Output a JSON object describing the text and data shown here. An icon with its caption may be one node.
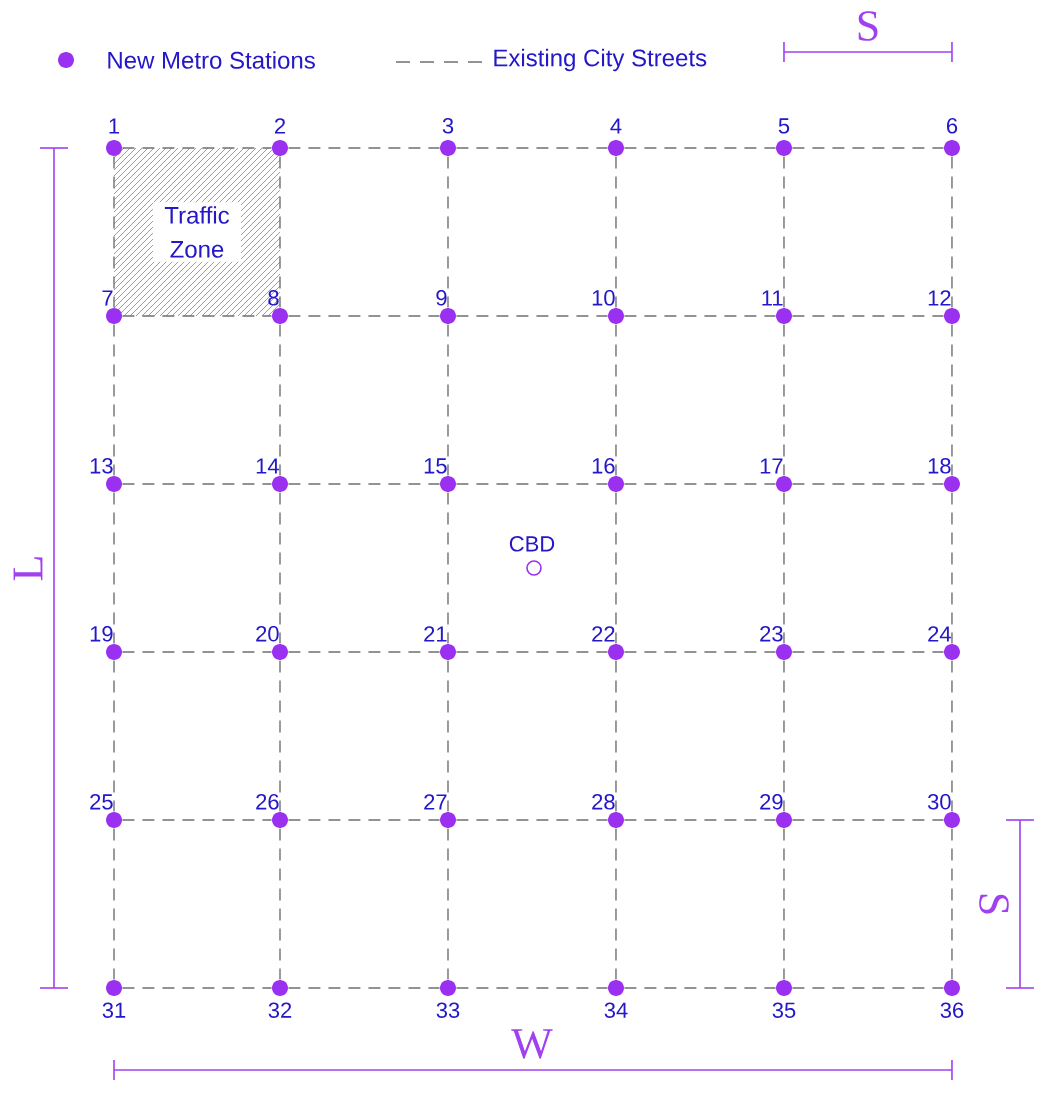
{
  "diagram": {
    "nodes": [
      {
        "text": [],
        "shape": "circle",
        "beside": [
          "1"
        ]
      },
      {
        "text": [],
        "shape": "circle",
        "beside": [
          "2"
        ]
      },
      {
        "text": [],
        "shape": "circle",
        "beside": [
          "3"
        ]
      },
      {
        "text": [],
        "shape": "circle",
        "beside": [
          "4"
        ]
      },
      {
        "text": [],
        "shape": "circle",
        "beside": [
          "5"
        ]
      },
      {
        "text": [],
        "shape": "circle",
        "beside": [
          "6"
        ]
      },
      {
        "text": [],
        "shape": "circle",
        "beside": [
          "7"
        ]
      },
      {
        "text": [],
        "shape": "circle",
        "beside": [
          "8"
        ]
      },
      {
        "text": [],
        "shape": "circle",
        "beside": [
          "9"
        ]
      },
      {
        "text": [],
        "shape": "circle",
        "beside": [
          "10"
        ]
      },
      {
        "text": [],
        "shape": "circle",
        "beside": [
          "11"
        ]
      },
      {
        "text": [],
        "shape": "circle",
        "beside": [
          "12"
        ]
      },
      {
        "text": [],
        "shape": "circle",
        "beside": [
          "13"
        ]
      },
      {
        "text": [],
        "shape": "circle",
        "beside": [
          "14"
        ]
      },
      {
        "text": [],
        "shape": "circle",
        "beside": [
          "15"
        ]
      },
      {
        "text": [],
        "shape": "circle",
        "beside": [
          "16"
        ]
      },
      {
        "text": [],
        "shape": "circle",
        "beside": [
          "17"
        ]
      },
      {
        "text": [],
        "shape": "circle",
        "beside": [
          "18"
        ]
      },
      {
        "text": [],
        "shape": "circle",
        "beside": [
          "19"
        ]
      },
      {
        "text": [],
        "shape": "circle",
        "beside": [
          "20"
        ]
      },
      {
        "text": [],
        "shape": "circle",
        "beside": [
          "21"
        ]
      },
      {
        "text": [],
        "shape": "circle",
        "beside": [
          "22"
        ]
      },
      {
        "text": [],
        "shape": "circle",
        "beside": [
          "23"
        ]
      },
      {
        "text": [],
        "shape": "circle",
        "beside": [
          "24"
        ]
      },
      {
        "text": [],
        "shape": "circle",
        "beside": [
          "25"
        ]
      },
      {
        "text": [],
        "shape": "circle",
        "beside": [
          "26"
        ]
      },
      {
        "text": [],
        "shape": "circle",
        "beside": [
          "27"
        ]
      },
      {
        "text": [],
        "shape": "circle",
        "beside": [
          "28"
        ]
      },
      {
        "text": [],
        "shape": "circle",
        "beside": [
          "29"
        ]
      },
      {
        "text": [],
        "shape": "circle",
        "beside": [
          "30"
        ]
      },
      {
        "text": [],
        "shape": "circle",
        "beside": [
          "31"
        ]
      },
      {
        "text": [],
        "shape": "circle",
        "beside": [
          "32"
        ]
      },
      {
        "text": [],
        "shape": "circle",
        "beside": [
          "33"
        ]
      },
      {
        "text": [],
        "shape": "circle",
        "beside": [
          "34"
        ]
      },
      {
        "text": [],
        "shape": "circle",
        "beside": [
          "35"
        ]
      },
      {
        "text": [],
        "shape": "circle",
        "beside": [
          "36"
        ]
      },
      {
        "text": [
          "Traffic Zone"
        ]
      },
      {
        "text": [],
        "shape": "circle",
        "beside": [
          "CBD"
        ]
      }
    ],
    "edges": [
      {
        "from": 0,
        "to": 1,
        "arrow": "none",
        "style": "dashed"
      },
      {
        "from": 1,
        "to": 2,
        "arrow": "none",
        "style": "dashed"
      },
      {
        "from": 2,
        "to": 3,
        "arrow": "none",
        "style": "dashed"
      },
      {
        "from": 3,
        "to": 4,
        "arrow": "none",
        "style": "dashed"
      },
      {
        "from": 4,
        "to": 5,
        "arrow": "none",
        "style": "dashed"
      },
      {
        "from": 6,
        "to": 7,
        "arrow": "none",
        "style": "dashed"
      },
      {
        "from": 7,
        "to": 8,
        "arrow": "none",
        "style": "dashed"
      },
      {
        "from": 8,
        "to": 9,
        "arrow": "none",
        "style": "dashed"
      },
      {
        "from": 9,
        "to": 10,
        "arrow": "none",
        "style": "dashed"
      },
      {
        "from": 10,
        "to": 11,
        "arrow": "none",
        "style": "dashed"
      },
      {
        "from": 12,
        "to": 13,
        "arrow": "none",
        "style": "dashed"
      },
      {
        "from": 13,
        "to": 14,
        "arrow": "none",
        "style": "dashed"
      },
      {
        "from": 14,
        "to": 15,
        "arrow": "none",
        "style": "dashed"
      },
      {
        "from": 15,
        "to": 16,
        "arrow": "none",
        "style": "dashed"
      },
      {
        "from": 16,
        "to": 17,
        "arrow": "none",
        "style": "dashed"
      },
      {
        "from": 18,
        "to": 19,
        "arrow": "none",
        "style": "dashed"
      },
      {
        "from": 19,
        "to": 20,
        "arrow": "none",
        "style": "dashed"
      },
      {
        "from": 20,
        "to": 21,
        "arrow": "none",
        "style": "dashed"
      },
      {
        "from": 21,
        "to": 22,
        "arrow": "none",
        "style": "dashed"
      },
      {
        "from": 22,
        "to": 23,
        "arrow": "none",
        "style": "dashed"
      },
      {
        "from": 24,
        "to": 25,
        "arrow": "none",
        "style": "dashed"
      },
      {
        "from": 25,
        "to": 26,
        "arrow": "none",
        "style": "dashed"
      },
      {
        "from": 26,
        "to": 27,
        "arrow": "none",
        "style": "dashed"
      },
      {
        "from": 27,
        "to": 28,
        "arrow": "none",
        "style": "dashed"
      },
      {
        "from": 28,
        "to": 29,
        "arrow": "none",
        "style": "dashed"
      },
      {
        "from": 30,
        "to": 31,
        "arrow": "none",
        "style": "dashed"
      },
      {
        "from": 31,
        "to": 32,
        "arrow": "none",
        "style": "dashed"
      },
      {
        "from": 32,
        "to": 33,
        "arrow": "none",
        "style": "dashed"
      },
      {
        "from": 33,
        "to": 34,
        "arrow": "none",
        "style": "dashed"
      },
      {
        "from": 34,
        "to": 35,
        "arrow": "none",
        "style": "dashed"
      },
      {
        "from": 0,
        "to": 6,
        "arrow": "none",
        "style": "dashed"
      },
      {
        "from": 6,
        "to": 12,
        "arrow": "none",
        "style": "dashed"
      },
      {
        "from": 12,
        "to": 18,
        "arrow": "none",
        "style": "dashed"
      },
      {
        "from": 18,
        "to": 24,
        "arrow": "none",
        "style": "dashed"
      },
      {
        "from": 24,
        "to": 30,
        "arrow": "none",
        "style": "dashed"
      },
      {
        "from": 1,
        "to": 7,
        "arrow": "none",
        "style": "dashed"
      },
      {
        "from": 7,
        "to": 13,
        "arrow": "none",
        "style": "dashed"
      },
      {
        "from": 13,
        "to": 19,
        "arrow": "none",
        "style": "dashed"
      },
      {
        "from": 19,
        "to": 25,
        "arrow": "none",
        "style": "dashed"
      },
      {
        "from": 25,
        "to": 31,
        "arrow": "none",
        "style": "dashed"
      },
      {
        "from": 2,
        "to": 8,
        "arrow": "none",
        "style": "dashed"
      },
      {
        "from": 8,
        "to": 14,
        "arrow": "none",
        "style": "dashed"
      },
      {
        "from": 14,
        "to": 20,
        "arrow": "none",
        "style": "dashed"
      },
      {
        "from": 20,
        "to": 26,
        "arrow": "none",
        "style": "dashed"
      },
      {
        "from": 26,
        "to": 32,
        "arrow": "none",
        "style": "dashed"
      },
      {
        "from": 3,
        "to": 9,
        "arrow": "none",
        "style": "dashed"
      },
      {
        "from": 9,
        "to": 15,
        "arrow": "none",
        "style": "dashed"
      },
      {
        "from": 15,
        "to": 21,
        "arrow": "none",
        "style": "dashed"
      },
      {
        "from": 21,
        "to": 27,
        "arrow": "none",
        "style": "dashed"
      },
      {
        "from": 27,
        "to": 33,
        "arrow": "none",
        "style": "dashed"
      },
      {
        "from": 4,
        "to": 10,
        "arrow": "none",
        "style": "dashed"
      },
      {
        "from": 10,
        "to": 16,
        "arrow": "none",
        "style": "dashed"
      },
      {
        "from": 16,
        "to": 22,
        "arrow": "none",
        "style": "dashed"
      },
      {
        "from": 22,
        "to": 28,
        "arrow": "none",
        "style": "dashed"
      },
      {
        "from": 28,
        "to": 34,
        "arrow": "none",
        "style": "dashed"
      },
      {
        "from": 5,
        "to": 11,
        "arrow": "none",
        "style": "dashed"
      },
      {
        "from": 11,
        "to": 17,
        "arrow": "none",
        "style": "dashed"
      },
      {
        "from": 17,
        "to": 23,
        "arrow": "none",
        "style": "dashed"
      },
      {
        "from": 23,
        "to": 29,
        "arrow": "none",
        "style": "dashed"
      },
      {
        "from": 29,
        "to": 35,
        "arrow": "none",
        "style": "dashed"
      }
    ],
    "labels": [
      "S",
      "L",
      "S",
      "W"
    ],
    "legend": [
      {
        "text": "New Metro Stations"
      },
      {
        "text": "Existing City Streets"
      }
    ]
  }
}
